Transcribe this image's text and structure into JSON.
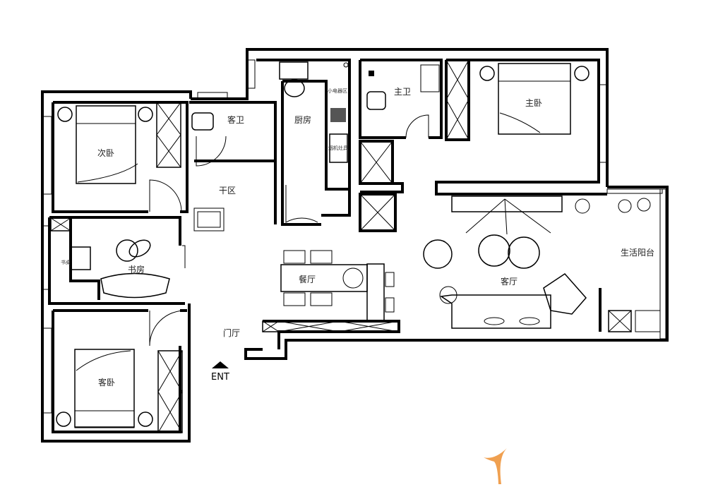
{
  "title": "户型平面布置图",
  "rooms": {
    "second_bedroom": "次卧",
    "guest_bath": "客卫",
    "kitchen": "厨房",
    "small_appliance": "小电器区",
    "master_bath": "主卫",
    "master_bedroom": "主卧",
    "dry_area": "干区",
    "study": "书房",
    "desk": "书桌",
    "dining": "餐厅",
    "living": "客厅",
    "balcony": "生活阳台",
    "foyer": "门厅",
    "guest_bedroom": "客卧"
  },
  "kitchen_items": {
    "stove": "烟机灶具"
  },
  "entrance": "ENT",
  "watermark": {
    "color": "#f0a050"
  }
}
